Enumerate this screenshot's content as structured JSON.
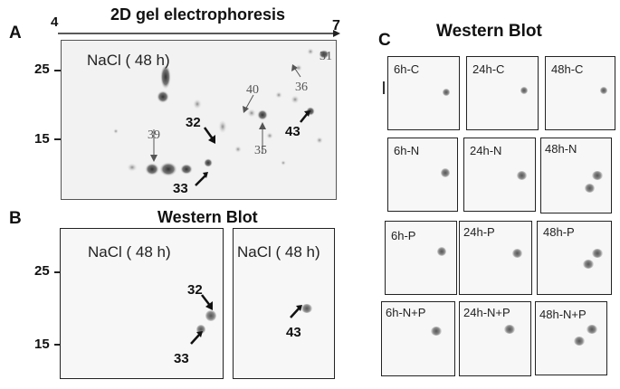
{
  "panel_a": {
    "letter": "A",
    "title": "2D gel electrophoresis",
    "ph_start": "4",
    "ph_end": "7",
    "gel_label": "NaCl ( 48 h)",
    "ticks": [
      "25",
      "15"
    ],
    "spots_bold": [
      "32",
      "33",
      "43"
    ],
    "spots_thin": [
      "39",
      "40",
      "35",
      "36",
      "31"
    ]
  },
  "panel_b": {
    "letter": "B",
    "title": "Western Blot",
    "ticks": [
      "25",
      "15"
    ],
    "left_label": "NaCl ( 48 h)",
    "right_label": "NaCl ( 48 h)",
    "left_spots": [
      "32",
      "33"
    ],
    "right_spots": [
      "43"
    ]
  },
  "panel_c": {
    "letter": "C",
    "title": "Western Blot",
    "blots": [
      [
        "6h-C",
        "24h-C",
        "48h-C"
      ],
      [
        "6h-N",
        "24h-N",
        "48h-N"
      ],
      [
        "6h-P",
        "24h-P",
        "48h-P"
      ],
      [
        "6h-N+P",
        "24h-N+P",
        "48h-N+P"
      ]
    ]
  }
}
